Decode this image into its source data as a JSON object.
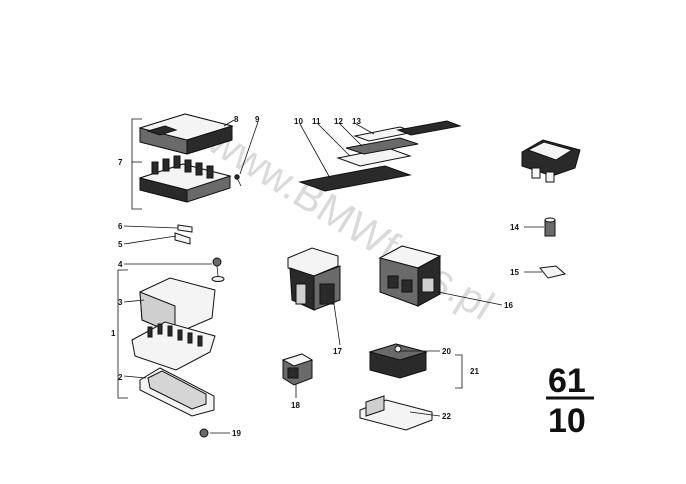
{
  "watermark": "www.BMWfans.pl",
  "group": {
    "top": "61",
    "bottom": "10"
  },
  "callouts": [
    "1",
    "2",
    "3",
    "4",
    "5",
    "6",
    "7",
    "8",
    "9",
    "10",
    "11",
    "12",
    "13",
    "14",
    "15",
    "16",
    "17",
    "18",
    "19",
    "20",
    "21",
    "22"
  ]
}
